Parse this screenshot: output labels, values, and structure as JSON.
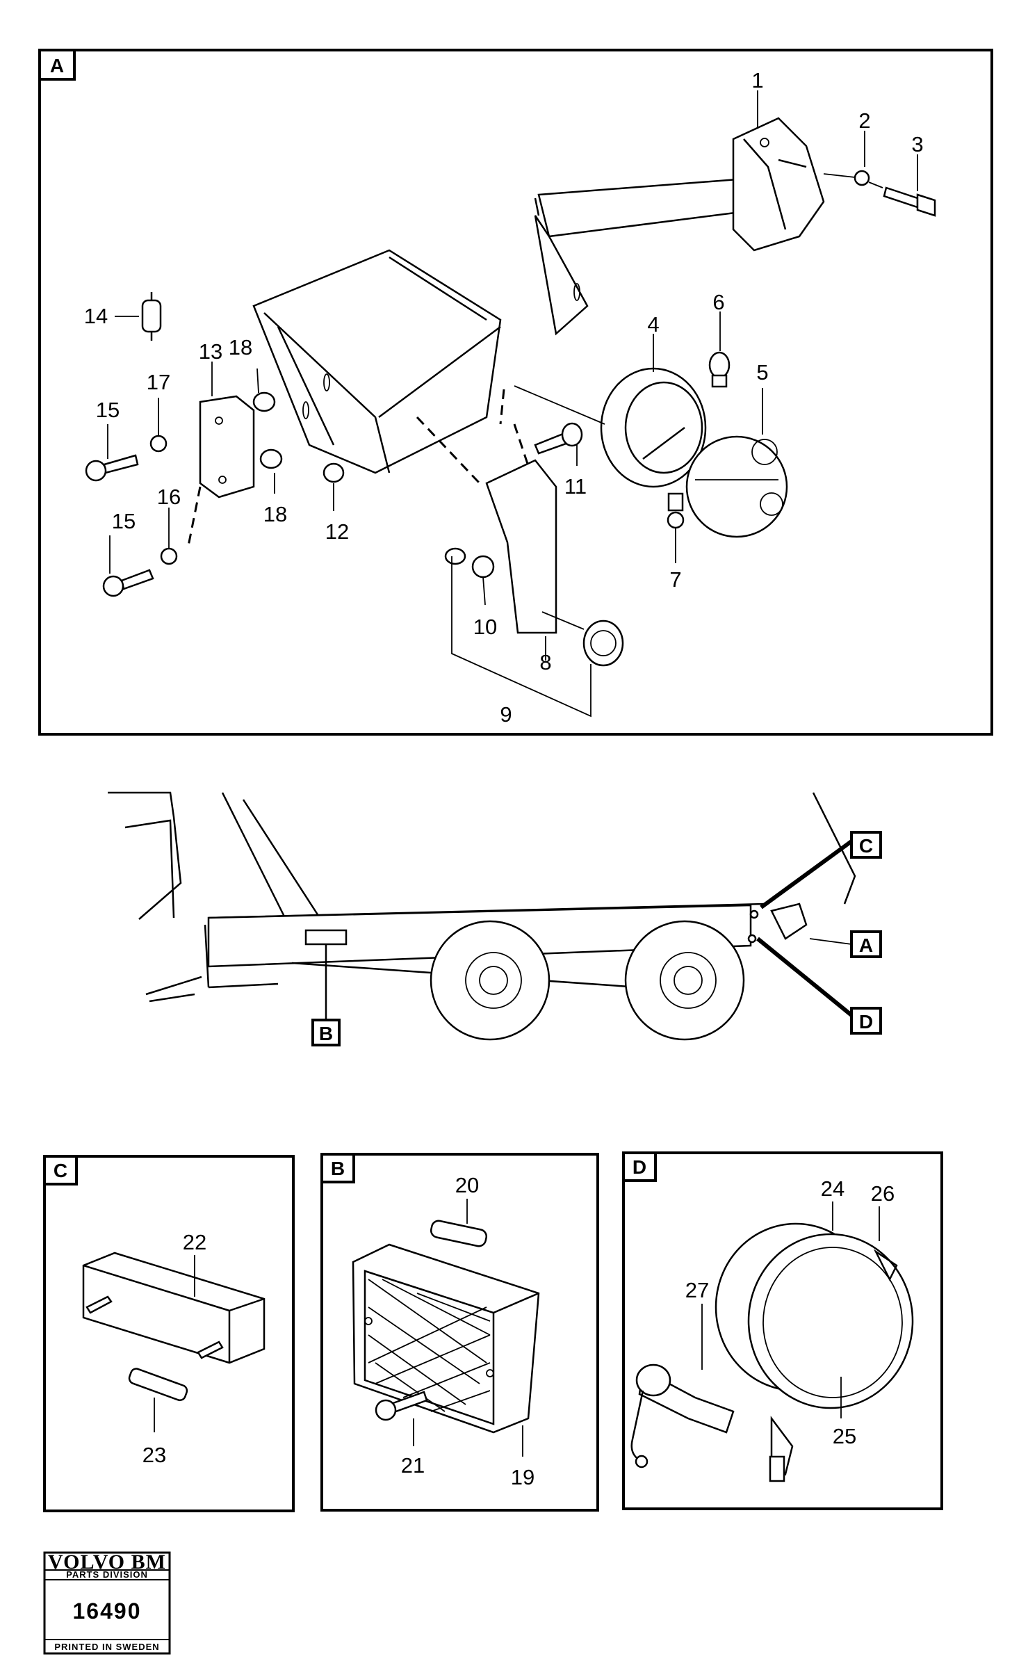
{
  "panels": {
    "a": {
      "label": "A"
    },
    "b": {
      "label": "B"
    },
    "c": {
      "label": "C"
    },
    "d": {
      "label": "D"
    }
  },
  "callouts": {
    "a": "A",
    "b": "B",
    "c": "C",
    "d": "D"
  },
  "part_numbers": {
    "p1": "1",
    "p2": "2",
    "p3": "3",
    "p4": "4",
    "p5": "5",
    "p6": "6",
    "p7": "7",
    "p8": "8",
    "p9": "9",
    "p10": "10",
    "p11": "11",
    "p12": "12",
    "p13": "13",
    "p14": "14",
    "p15a": "15",
    "p15b": "15",
    "p16": "16",
    "p17": "17",
    "p18a": "18",
    "p18b": "18",
    "p19": "19",
    "p20": "20",
    "p21": "21",
    "p22": "22",
    "p23": "23",
    "p24": "24",
    "p25": "25",
    "p26": "26",
    "p27": "27"
  },
  "logo": {
    "brand": "VOLVO BM",
    "division": "PARTS DIVISION",
    "number": "16490",
    "printed": "PRINTED IN SWEDEN"
  }
}
